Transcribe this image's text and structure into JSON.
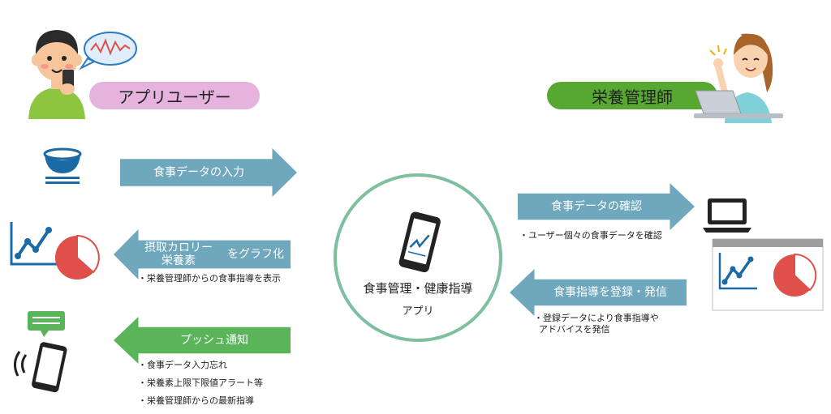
{
  "roles": {
    "app_user": "アプリユーザー",
    "nutritionist": "栄養管理師"
  },
  "center": {
    "title": "食事管理・健康指導",
    "subtitle": "アプリ"
  },
  "left_flows": {
    "meal_input": "食事データの入力",
    "graph_line1": "摂取カロリー",
    "graph_line2": "栄養素",
    "graph_suffix": "をグラフ化",
    "graph_note": "・栄養管理師からの食事指導を表示",
    "push_label": "プッシュ通知",
    "push_notes": [
      "・食事データ入力忘れ",
      "・栄養素上限下限値アラート等",
      "・栄養管理師からの最新指導"
    ]
  },
  "right_flows": {
    "check_label": "食事データの確認",
    "check_note": "・ユーザー個々の食事データを確認",
    "guidance_label": "食事指導を登録・発信",
    "guidance_note_line1": "・登録データにより食事指導や",
    "guidance_note_line2": "アドバイスを発信"
  },
  "colors": {
    "user_pill": "#e6b3df",
    "nutritionist_pill": "#56a830",
    "arrow_blue": "#6fa7bd",
    "arrow_green": "#5ab55a",
    "circle_border": "#7dbf9f",
    "icon_blue": "#1b6aa5",
    "chart_red": "#e0504a"
  }
}
